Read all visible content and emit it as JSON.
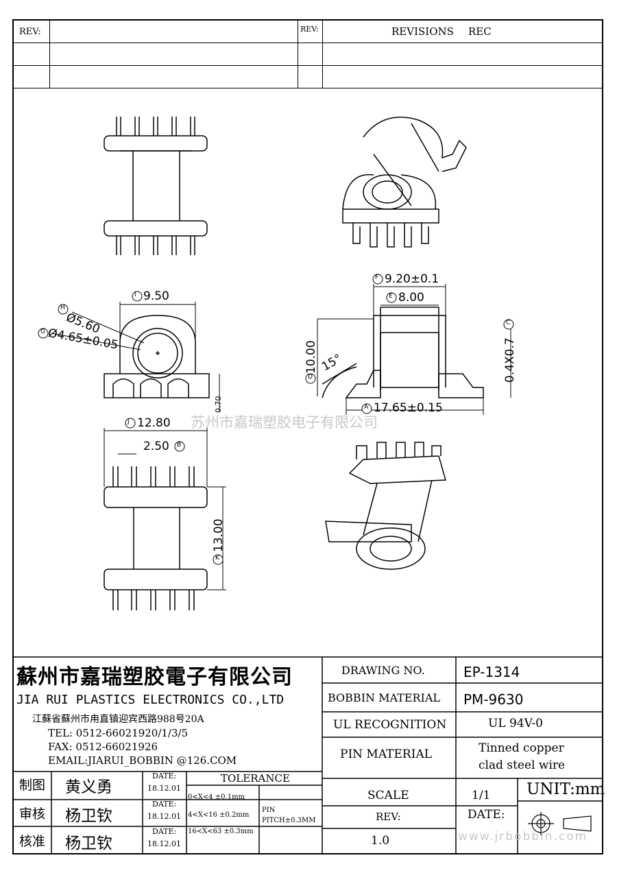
{
  "revision_block": {
    "rev_label_left": "REV:",
    "rev_label_right": "REV:",
    "revisions_label": "REVISIONS",
    "rec_label": "REC"
  },
  "dimensions": {
    "I": "I",
    "I_value": "9.50",
    "H": "H",
    "H_value": "Ø5.60",
    "G": "G",
    "G_value": "Ø4.65±0.05",
    "F": "F",
    "F_value": "9.20±0.1",
    "E": "E",
    "E_value": "8.00",
    "C": "C",
    "C_value": "0.4X0.7",
    "D": "D",
    "D_value": "10.00",
    "angle": "15°",
    "A": "A",
    "A_value": "17.65±0.15",
    "J": "J",
    "J_value": "12.80",
    "B": "B",
    "B_value": "2.50",
    "K": "K",
    "K_value": "13.00",
    "small_value": "0.70"
  },
  "watermark_center": "苏州市嘉瑞塑胶电子有限公司",
  "watermark_bottom": "www.jrbobbin.com",
  "company": {
    "name_cn": "蘇州市嘉瑞塑胶電子有限公司",
    "name_en": "JIA RUI PLASTICS ELECTRONICS CO.,LTD",
    "address": "江蘇省蘇州市甪直镇迎宾西路988号20A",
    "tel": "TEL: 0512-66021920/1/3/5",
    "fax": "FAX: 0512-66021926",
    "email": "EMAIL:JIARUI_BOBBIN @126.COM"
  },
  "title_block": {
    "drawing_no_label": "DRAWING  NO.",
    "drawing_no": "EP-1314",
    "bobbin_material_label": "BOBBIN  MATERIAL",
    "bobbin_material": "PM-9630",
    "ul_label": "UL RECOGNITION",
    "ul_value": "UL 94V-0",
    "pin_material_label": "PIN MATERIAL",
    "pin_material_1": "Tinned copper",
    "pin_material_2": "clad steel wire",
    "scale_label": "SCALE",
    "scale_value": "1/1",
    "unit": "UNIT:mm",
    "rev_label": "REV:",
    "rev_value": "1.0",
    "date_label": "DATE:"
  },
  "signoff": [
    {
      "role": "制图",
      "name": "黄义勇",
      "date_label": "DATE:",
      "date": "18.12.01"
    },
    {
      "role": "审核",
      "name": "杨卫钦",
      "date_label": "DATE:",
      "date": "18.12.01"
    },
    {
      "role": "核准",
      "name": "杨卫钦",
      "date_label": "DATE:",
      "date": "18.12.01"
    }
  ],
  "tolerance": {
    "title": "TOLERANCE",
    "rows": [
      "0<X<4  ±0.1mm",
      "4<X<16 ±0.2mm",
      "16<X<63 ±0.3mm"
    ],
    "pin_label": "PIN",
    "pin_pitch": "PITCH±0.3MM"
  }
}
